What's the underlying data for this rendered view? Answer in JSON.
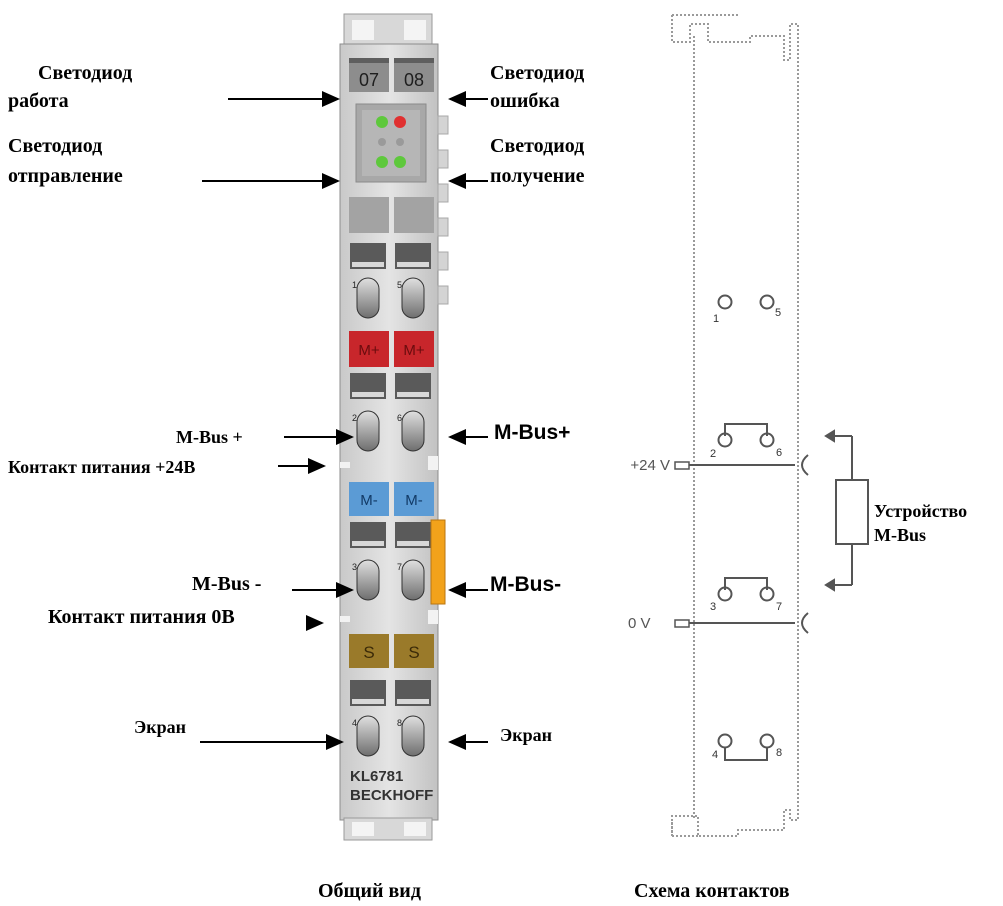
{
  "labels": {
    "led_run_1": "Светодиод",
    "led_run_2": "работа",
    "led_error_1": "Светодиод",
    "led_error_2": "ошибка",
    "led_tx_1": "Светодиод",
    "led_tx_2": "отправление",
    "led_rx_1": "Светодиод",
    "led_rx_2": "получение",
    "mbus_plus_left": "M-Bus +",
    "power_24_left": "Контакт питания +24В",
    "mbus_plus_right": "M-Bus+",
    "mbus_minus_left": "M-Bus -",
    "power_0_left": "Контакт питания 0В",
    "mbus_minus_right": "M-Bus-",
    "shield_left": "Экран",
    "shield_right": "Экран",
    "device_1": "Устройство",
    "device_2": "M-Bus"
  },
  "terminal": {
    "channel_left": "07",
    "channel_right": "08",
    "mplus": "M+",
    "mminus": "M-",
    "shield": "S",
    "model": "KL6781",
    "brand": "BECKHOFF",
    "contacts": [
      "1",
      "5",
      "2",
      "6",
      "3",
      "7",
      "4",
      "8"
    ]
  },
  "schematic": {
    "v24": "+24 V",
    "v0": "0 V",
    "pins": [
      "1",
      "5",
      "2",
      "6",
      "3",
      "7",
      "4",
      "8"
    ]
  },
  "captions": {
    "overview": "Общий вид",
    "schema": "Схема контактов"
  },
  "colors": {
    "mplus": "#c8262b",
    "mminus": "#5b9bd5",
    "shield": "#9a7a2a",
    "orange_tab": "#f2a21b",
    "led_green": "#5ec83c",
    "led_red": "#e03030"
  }
}
